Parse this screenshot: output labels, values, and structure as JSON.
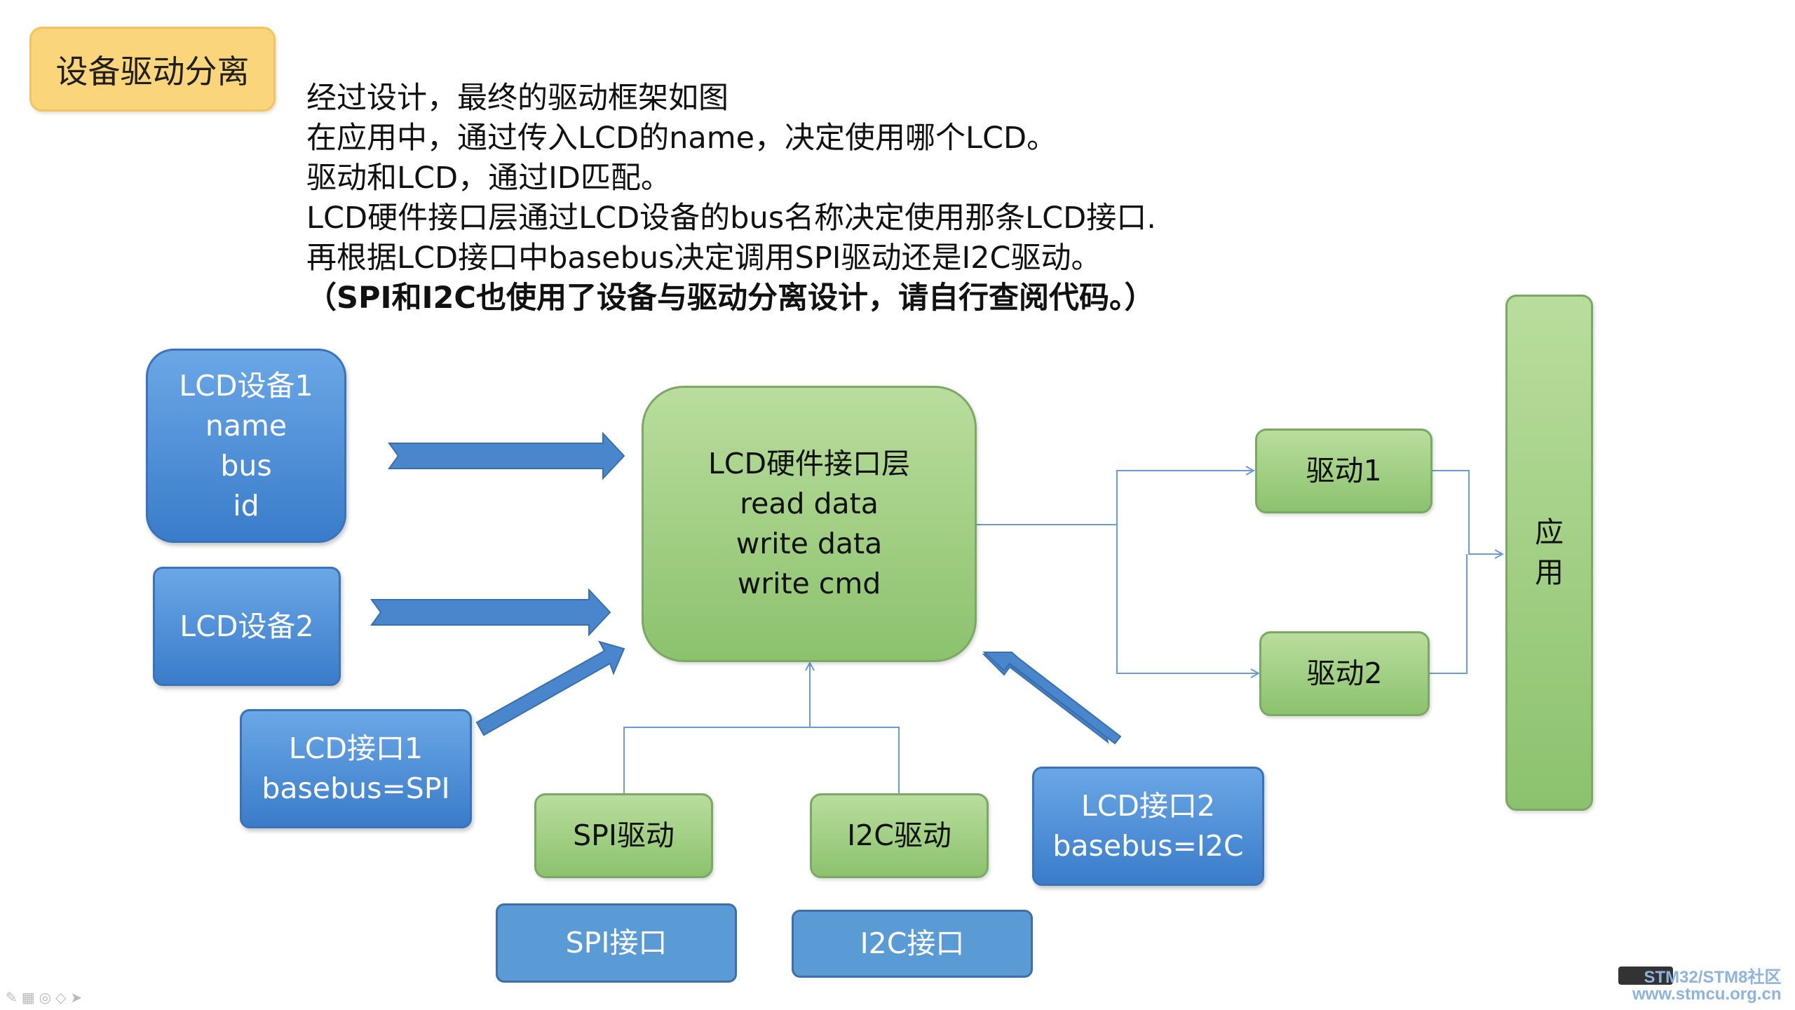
{
  "title": "设备驱动分离",
  "description": [
    "经过设计，最终的驱动框架如图",
    "在应用中，通过传入LCD的name，决定使用哪个LCD。",
    "驱动和LCD，通过ID匹配。",
    "LCD硬件接口层通过LCD设备的bus名称决定使用那条LCD接口.",
    "再根据LCD接口中basebus决定调用SPI驱动还是I2C驱动。"
  ],
  "description_bold": "（SPI和I2C也使用了设备与驱动分离设计，请自行查阅代码。）",
  "lcd_device1": [
    "LCD设备1",
    "name",
    "bus",
    "id"
  ],
  "lcd_device2": "LCD设备2",
  "lcd_iface1": [
    "LCD接口1",
    "basebus=SPI"
  ],
  "lcd_iface2": [
    "LCD接口2",
    "basebus=I2C"
  ],
  "hw_layer": [
    "LCD硬件接口层",
    "read data",
    "write data",
    "write cmd"
  ],
  "spi_driver": "SPI驱动",
  "i2c_driver": "I2C驱动",
  "spi_port": "SPI接口",
  "i2c_port": "I2C接口",
  "driver1": "驱动1",
  "driver2": "驱动2",
  "app": [
    "应",
    "用"
  ],
  "watermark": [
    "STM32/STM8社区",
    "www.stmcu.org.cn"
  ],
  "colors": {
    "blue_box": "#4a8bd6",
    "green_box": "#9bcc7e",
    "arrow": "#4a86cc",
    "connector": "#6b9bd2",
    "title_tag": "#fbd57b"
  }
}
